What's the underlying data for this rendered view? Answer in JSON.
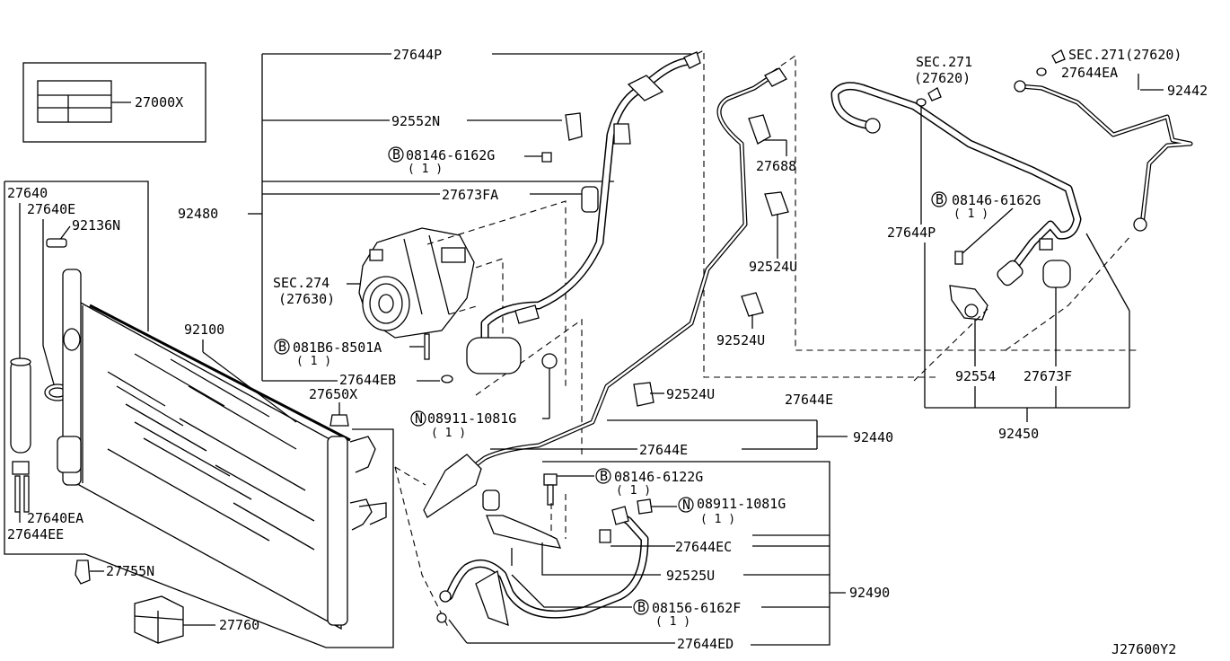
{
  "diagram_id": "J27600Y2",
  "labels": {
    "p27000X": "27000X",
    "p27640": "27640",
    "p27640E": "27640E",
    "p92136N": "92136N",
    "p27640EA": "27640EA",
    "p27644EE": "27644EE",
    "p27755N": "27755N",
    "p27760": "27760",
    "p92100": "92100",
    "p27650X": "27650X",
    "p92480": "92480",
    "p27644P_top": "27644P",
    "p92552N": "92552N",
    "b08146_6162G_a": "08146-6162G",
    "p27673FA": "27673FA",
    "sec274": "SEC.274",
    "sec274_ref": "(27630)",
    "b081B6_8501A": "081B6-8501A",
    "p27644EB": "27644EB",
    "n08911_1081G_a": "08911-1081G",
    "p27688": "27688",
    "p92524U_a": "92524U",
    "p92524U_b": "92524U",
    "p92524U_c": "92524U",
    "p27644E_a": "27644E",
    "p92440": "92440",
    "p27644E_b": "27644E",
    "b08146_6122G": "08146-6122G",
    "n08911_1081G_b": "08911-1081G",
    "p27644EC": "27644EC",
    "p92525U": "92525U",
    "p92490": "92490",
    "b08156_6162F": "08156-6162F",
    "p27644ED": "27644ED",
    "sec271": "SEC.271",
    "sec271_ref": "(27620)",
    "sec271b": "SEC.271(27620)",
    "p27644EA": "27644EA",
    "p92442": "92442",
    "b08146_6162G_b": "08146-6162G",
    "p27644P_right": "27644P",
    "p92554": "92554",
    "p27673F": "27673F",
    "p92450": "92450"
  },
  "qty": "( 1 )",
  "badges": {
    "bolt": "B",
    "nut": "N"
  }
}
